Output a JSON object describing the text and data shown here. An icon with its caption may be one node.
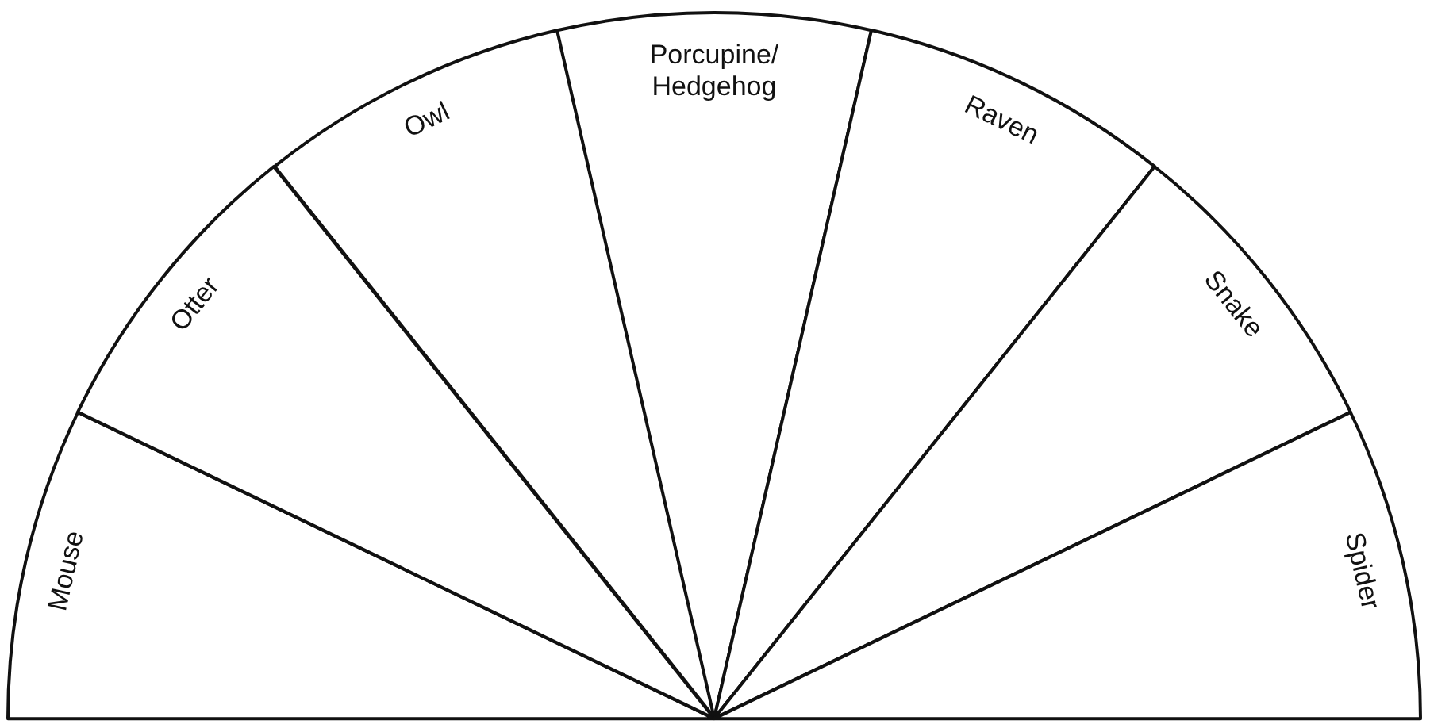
{
  "diagram": {
    "nodes": [
      {
        "text": [
          "Mouse"
        ]
      },
      {
        "text": [
          "Otter"
        ]
      },
      {
        "text": [
          "Owl"
        ]
      },
      {
        "text": [
          "Porcupine/ Hedgehog"
        ]
      },
      {
        "text": [
          "Raven"
        ]
      },
      {
        "text": [
          "Snake"
        ]
      },
      {
        "text": [
          "Spider"
        ]
      }
    ]
  }
}
